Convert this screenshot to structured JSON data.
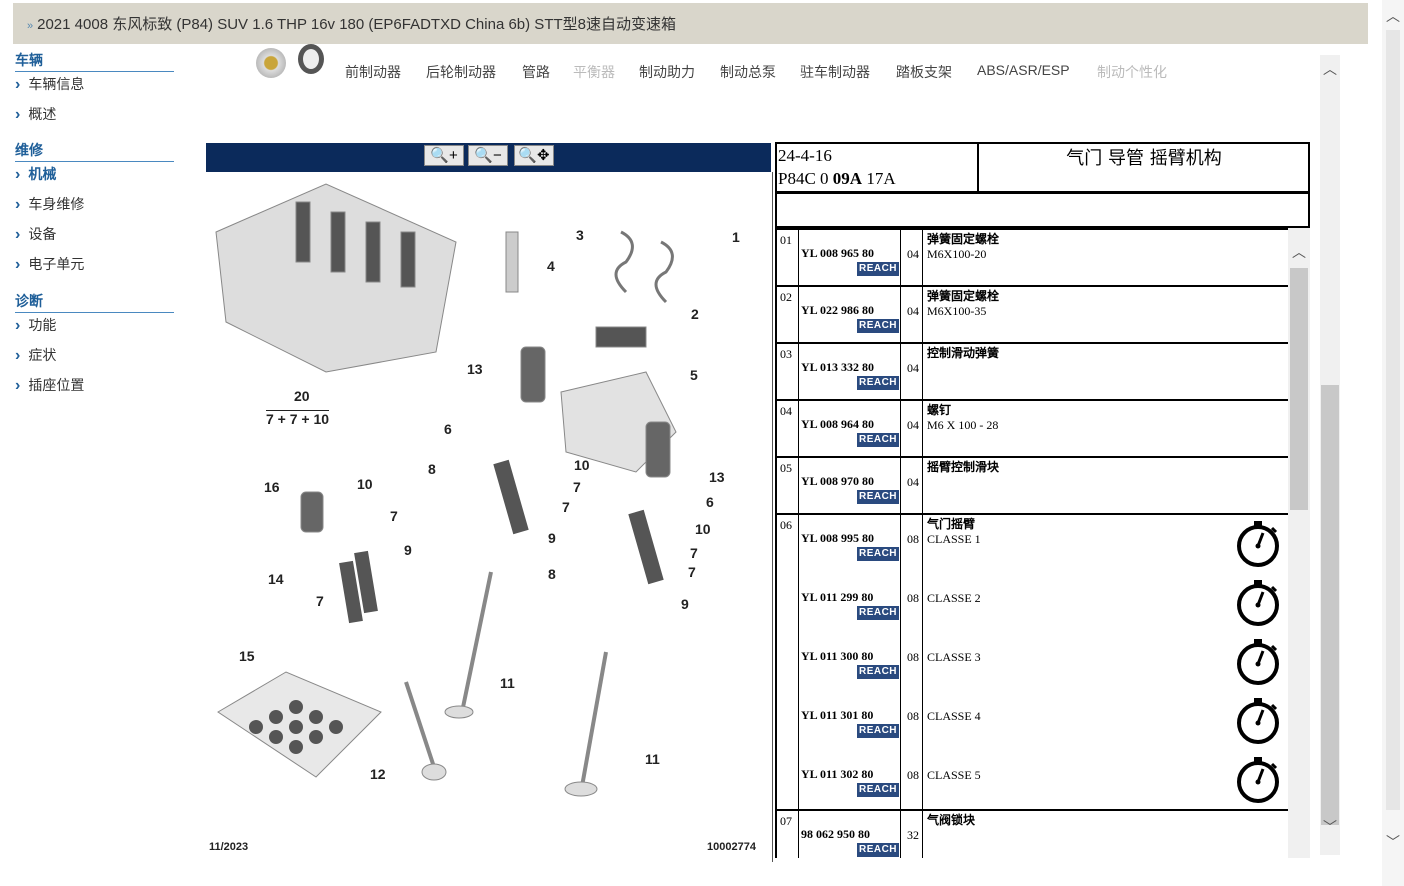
{
  "title": "2021 4008 东风标致 (P84) SUV 1.6 THP 16v 180 (EP6FADTXD China 6b) STT型8速自动变速箱",
  "sidebar": {
    "sections": [
      {
        "label": "车辆",
        "items": [
          "车辆信息",
          "概述"
        ]
      },
      {
        "label": "维修",
        "items": [
          "机械",
          "车身维修",
          "设备",
          "电子单元"
        ]
      },
      {
        "label": "诊断",
        "items": [
          "功能",
          "症状",
          "插座位置"
        ]
      }
    ]
  },
  "nav": [
    "前制动器",
    "后轮制动器",
    "管路",
    "平衡器",
    "制动助力",
    "制动总泵",
    "驻车制动器",
    "踏板支架",
    "ABS/ASR/ESP",
    "制动个性化"
  ],
  "toolbar": {
    "zoom_in": "zoom-in",
    "zoom_out": "zoom-out",
    "zoom_pan": "zoom-pan"
  },
  "diagram": {
    "callouts": [
      "1",
      "3",
      "4",
      "2",
      "5",
      "13",
      "6",
      "8",
      "10",
      "7",
      "7",
      "9",
      "13",
      "6",
      "10",
      "7",
      "7",
      "9",
      "8",
      "11",
      "11",
      "16",
      "10",
      "7",
      "9",
      "14",
      "7",
      "15",
      "12"
    ],
    "group_total": "20",
    "group_formula": "7 + 7 + 10",
    "date": "11/2023",
    "ref": "10002774"
  },
  "header": {
    "date": "24-4-16",
    "code_a": "P84C 0 ",
    "code_b": "09A",
    "code_c": " 17A",
    "title": "气门 导管 摇臂机构"
  },
  "reach": "REACH",
  "rows": [
    {
      "num": "01",
      "parts": [
        {
          "pn": "YL 008 965 80",
          "qty": "04",
          "desc": "M6X100-20"
        }
      ],
      "name": "弹簧固定螺栓"
    },
    {
      "num": "02",
      "parts": [
        {
          "pn": "YL 022 986 80",
          "qty": "04",
          "desc": "M6X100-35"
        }
      ],
      "name": "弹簧固定螺栓"
    },
    {
      "num": "03",
      "parts": [
        {
          "pn": "YL 013 332 80",
          "qty": "04",
          "desc": ""
        }
      ],
      "name": "控制滑动弹簧"
    },
    {
      "num": "04",
      "parts": [
        {
          "pn": "YL 008 964 80",
          "qty": "04",
          "desc": "M6 X 100 - 28"
        }
      ],
      "name": "螺钉"
    },
    {
      "num": "05",
      "parts": [
        {
          "pn": "YL 008 970 80",
          "qty": "04",
          "desc": ""
        }
      ],
      "name": "摇臂控制滑块"
    },
    {
      "num": "06",
      "parts": [
        {
          "pn": "YL 008 995 80",
          "qty": "08",
          "desc": "CLASSE 1"
        },
        {
          "pn": "YL 011 299 80",
          "qty": "08",
          "desc": "CLASSE 2"
        },
        {
          "pn": "YL 011 300 80",
          "qty": "08",
          "desc": "CLASSE 3"
        },
        {
          "pn": "YL 011 301 80",
          "qty": "08",
          "desc": "CLASSE 4"
        },
        {
          "pn": "YL 011 302 80",
          "qty": "08",
          "desc": "CLASSE 5"
        }
      ],
      "name": "气门摇臂"
    },
    {
      "num": "07",
      "parts": [
        {
          "pn": "98 062 950 80",
          "qty": "32",
          "desc": ""
        }
      ],
      "name": "气阀锁块"
    }
  ]
}
